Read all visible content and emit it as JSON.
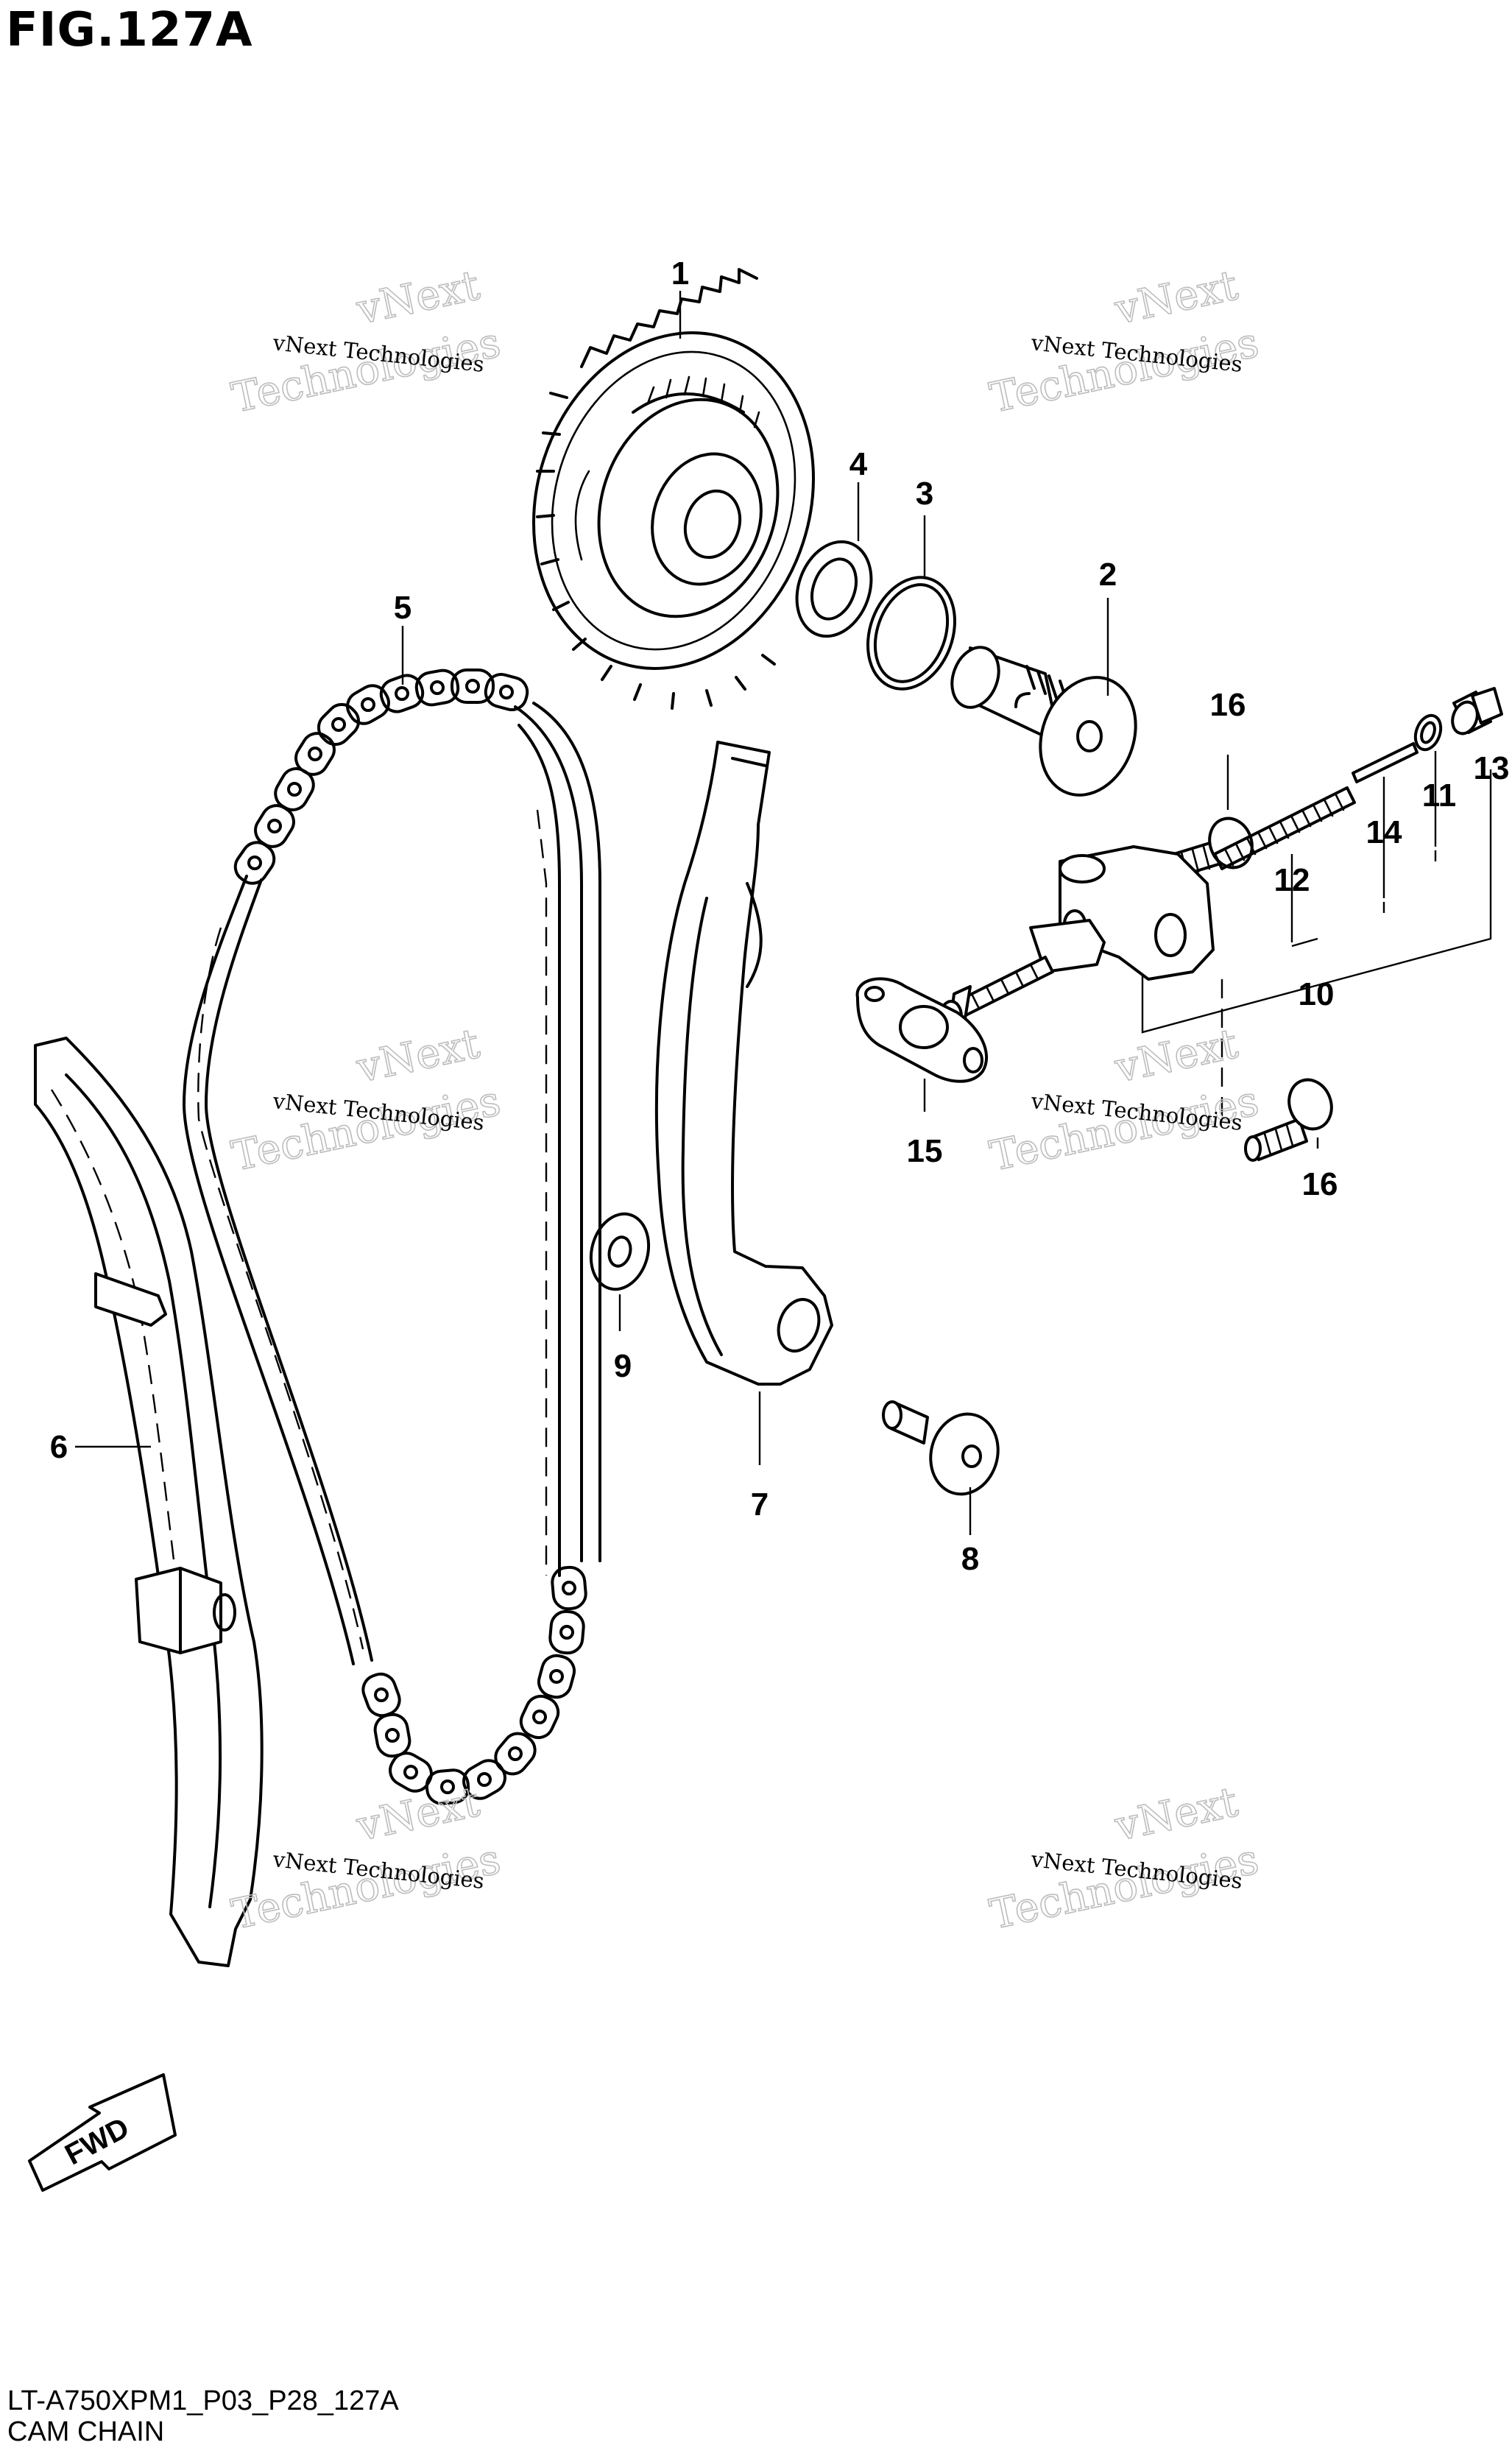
{
  "figure": {
    "title": "FIG.127A",
    "code": "LT-A750XPM1_P03_P28_127A",
    "name": "CAM CHAIN"
  },
  "watermark": {
    "line1": "vNext Technologies",
    "line2": "vNext",
    "line3": "Technologies"
  },
  "parts": [
    {
      "callout": "1"
    },
    {
      "callout": "2"
    },
    {
      "callout": "3"
    },
    {
      "callout": "4"
    },
    {
      "callout": "5"
    },
    {
      "callout": "6"
    },
    {
      "callout": "7"
    },
    {
      "callout": "8"
    },
    {
      "callout": "9"
    },
    {
      "callout": "10"
    },
    {
      "callout": "11"
    },
    {
      "callout": "12"
    },
    {
      "callout": "13"
    },
    {
      "callout": "14"
    },
    {
      "callout": "15"
    },
    {
      "callout": "16"
    },
    {
      "callout": "16"
    }
  ],
  "arrow": {
    "label": "FWD"
  }
}
